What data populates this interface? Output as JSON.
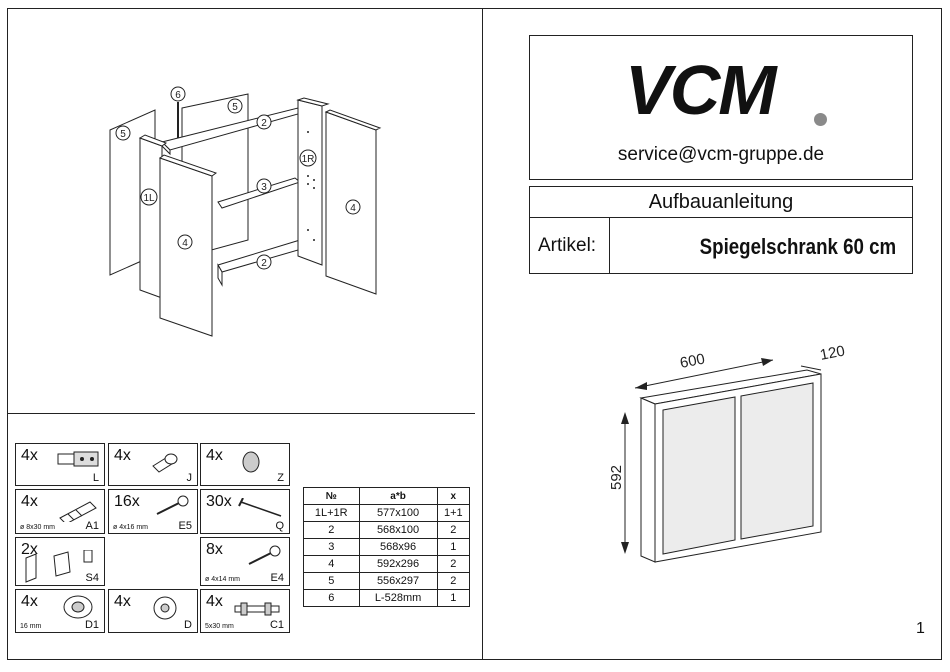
{
  "brand": {
    "logo": "VCM",
    "email": "service@vcm-gruppe.de"
  },
  "title": "Aufbauanleitung",
  "article": {
    "label": "Artikel:",
    "value": "Spiegelschrank 60 cm"
  },
  "dimensions_drawing": {
    "width": "600",
    "depth": "120",
    "height": "592"
  },
  "exploded_labels": {
    "p6": "6",
    "p5a": "5",
    "p5b": "5",
    "p2a": "2",
    "p1L": "1L",
    "p1R": "1R",
    "p3": "3",
    "p4a": "4",
    "p4b": "4",
    "p2b": "2"
  },
  "parts": [
    {
      "qty": "4x",
      "code": "L",
      "dim": ""
    },
    {
      "qty": "4x",
      "code": "J",
      "dim": ""
    },
    {
      "qty": "4x",
      "code": "Z",
      "dim": ""
    },
    {
      "qty": "4x",
      "code": "A1",
      "dim": "ø 8x30 mm"
    },
    {
      "qty": "16x",
      "code": "E5",
      "dim": "ø 4x16 mm"
    },
    {
      "qty": "30x",
      "code": "Q",
      "dim": ""
    },
    {
      "qty": "2x",
      "code": "S4",
      "dim": ""
    },
    {
      "qty": "8x",
      "code": "E4",
      "dim": "ø 4x14 mm"
    },
    {
      "qty": "4x",
      "code": "D1",
      "dim": "16 mm"
    },
    {
      "qty": "4x",
      "code": "D",
      "dim": ""
    },
    {
      "qty": "4x",
      "code": "C1",
      "dim": "5x30 mm"
    }
  ],
  "table": {
    "headers": [
      "№",
      "a*b",
      "x"
    ],
    "rows": [
      [
        "1L+1R",
        "577x100",
        "1+1"
      ],
      [
        "2",
        "568x100",
        "2"
      ],
      [
        "3",
        "568x96",
        "1"
      ],
      [
        "4",
        "592x296",
        "2"
      ],
      [
        "5",
        "556x297",
        "2"
      ],
      [
        "6",
        "L-528mm",
        "1"
      ]
    ]
  },
  "page_number": "1"
}
